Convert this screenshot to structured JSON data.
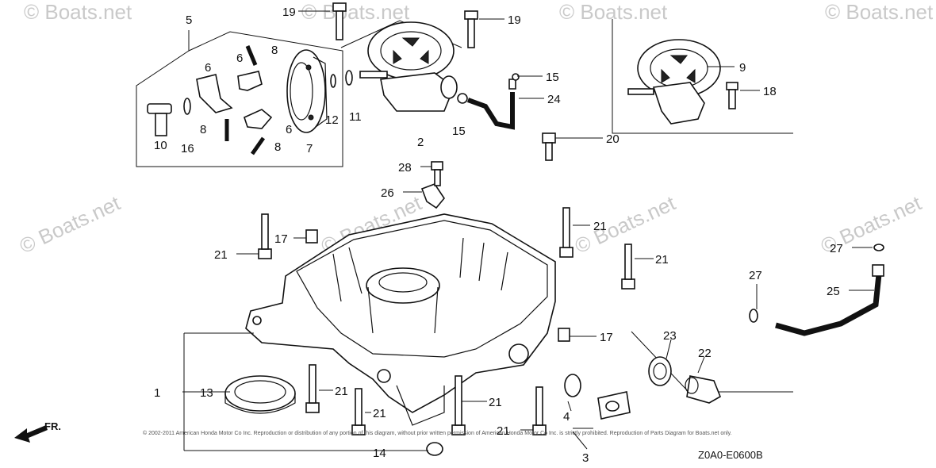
{
  "watermark": "© Boats.net",
  "diagram_code": "Z0A0-E0600B",
  "front_indicator": "FR.",
  "copyright_strip": "© 2002-2011 American Honda Motor Co Inc. Reproduction or distribution of any portion of this diagram, without prior written permission of American Honda Motor Co Inc. is strictly prohibited. Reproduction of Parts Diagram for Boats.net only.",
  "callouts": {
    "c1": "1",
    "c2": "2",
    "c3": "3",
    "c4": "4",
    "c5": "5",
    "c6a": "6",
    "c6b": "6",
    "c6c": "6",
    "c7": "7",
    "c8a": "8",
    "c8b": "8",
    "c8c": "8",
    "c9": "9",
    "c10": "10",
    "c11": "11",
    "c12": "12",
    "c13": "13",
    "c14": "14",
    "c15a": "15",
    "c15b": "15",
    "c16": "16",
    "c17a": "17",
    "c17b": "17",
    "c18": "18",
    "c19a": "19",
    "c19b": "19",
    "c20": "20",
    "c21a": "21",
    "c21b": "21",
    "c21c": "21",
    "c21d": "21",
    "c21e": "21",
    "c21f": "21",
    "c21g": "21",
    "c22": "22",
    "c23": "23",
    "c24": "24",
    "c25": "25",
    "c26": "26",
    "c27a": "27",
    "c27b": "27",
    "c28": "28"
  }
}
